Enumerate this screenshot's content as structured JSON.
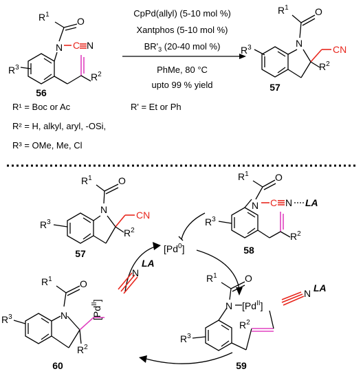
{
  "reaction": {
    "cond1": "CpPd(allyl) (5-10 mol %)",
    "cond2": "Xantphos (5-10 mol %)",
    "cond3": "BR'",
    "cond3sub": "3",
    "cond3rest": " (20-40 mol %)",
    "cond4": "PhMe, 80 °C",
    "cond5": "upto 99 % yield",
    "rprime": "R' = Et or Ph"
  },
  "substituents": {
    "r1": "R¹ = Boc or Ac",
    "r2": "R² = H, alkyl, aryl, -OSi,",
    "r3": "R³ = OMe, Me, Cl"
  },
  "compounds": {
    "c56": "56",
    "c57": "57",
    "c58": "58",
    "c59": "59",
    "c60": "60"
  },
  "atoms": {
    "R": "R",
    "N": "N",
    "C": "C",
    "O": "O",
    "CN": "CN",
    "LA": "LA",
    "Pd": "Pd",
    "s1": "1",
    "s2": "2",
    "s3": "3",
    "II": "II",
    "zero": "0"
  },
  "cycle": {
    "pd0_open": "[Pd",
    "pd0_close": "]"
  }
}
